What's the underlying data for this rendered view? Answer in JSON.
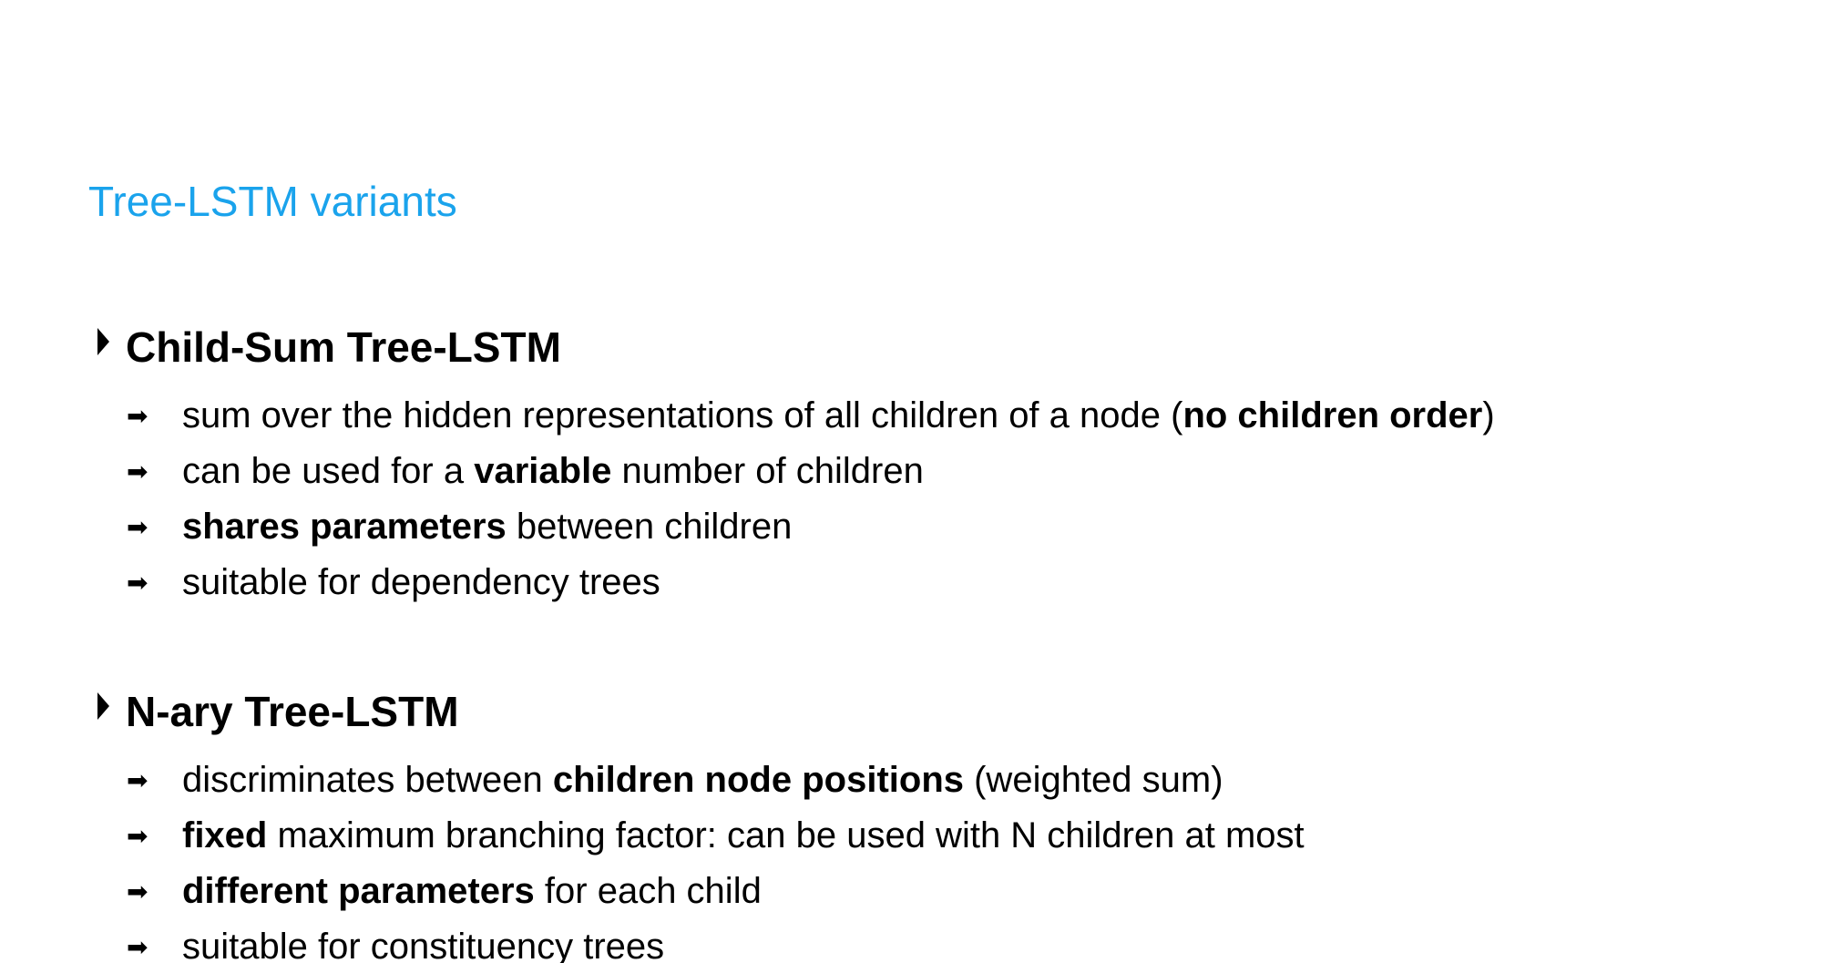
{
  "title": "Tree-LSTM variants",
  "icons": {
    "section_marker": "triangle-right-icon",
    "bullet_marker": "arrow-right-icon",
    "arrow_glyph": "➡"
  },
  "colors": {
    "title": "#1aa3ec",
    "text": "#000000",
    "background": "#ffffff"
  },
  "sections": [
    {
      "heading": "Child-Sum Tree-LSTM",
      "bullets": [
        {
          "pre": "sum over the hidden representations of all children of a node (",
          "bold": "no children order",
          "post": ")"
        },
        {
          "pre": "can be used for a ",
          "bold": "variable",
          "post": " number of children"
        },
        {
          "pre": "",
          "bold": "shares parameters",
          "post": " between children"
        },
        {
          "pre": "suitable for dependency trees",
          "bold": "",
          "post": ""
        }
      ]
    },
    {
      "heading": "N-ary Tree-LSTM",
      "bullets": [
        {
          "pre": "discriminates between ",
          "bold": "children node positions",
          "post": " (weighted sum)"
        },
        {
          "pre": "",
          "bold": "fixed",
          "post": " maximum branching factor: can be used with N children at most"
        },
        {
          "pre": "",
          "bold": "different parameters",
          "post": " for each child"
        },
        {
          "pre": "suitable for constituency trees",
          "bold": "",
          "post": ""
        }
      ]
    }
  ]
}
